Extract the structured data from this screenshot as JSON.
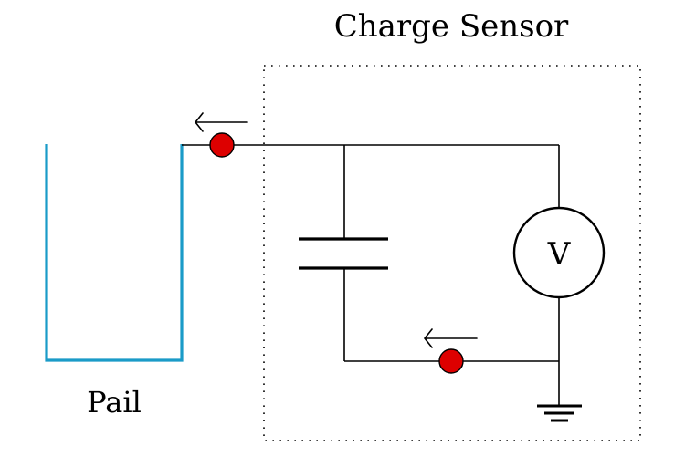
{
  "diagram": {
    "title": "Charge Sensor",
    "pail_label": "Pail",
    "meter_symbol": "V",
    "components": [
      {
        "id": "pail",
        "type": "conductor",
        "label": "Pail"
      },
      {
        "id": "capacitor",
        "type": "capacitor"
      },
      {
        "id": "voltmeter",
        "type": "voltmeter",
        "symbol": "V"
      },
      {
        "id": "ground",
        "type": "ground"
      },
      {
        "id": "charge-top",
        "type": "charge",
        "direction": "left"
      },
      {
        "id": "charge-bottom",
        "type": "charge",
        "direction": "left"
      }
    ],
    "colors": {
      "pail": "#1a9bc8",
      "charge": "#dd0000",
      "wire": "#000000"
    }
  }
}
